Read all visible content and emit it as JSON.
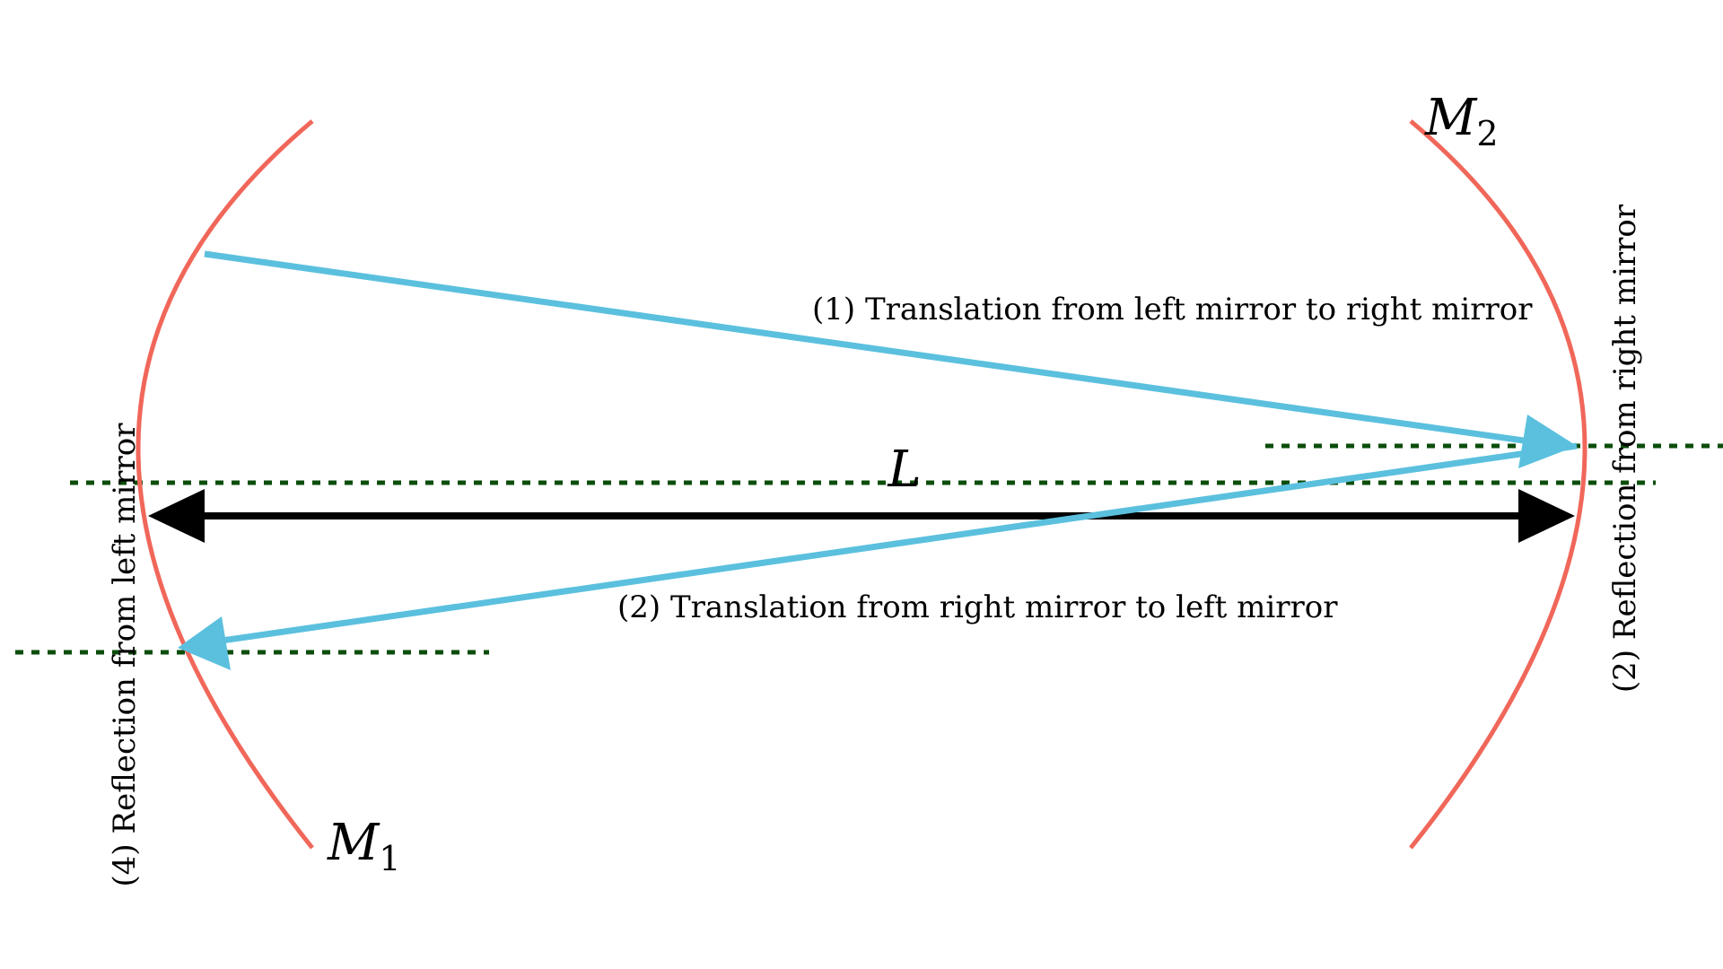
{
  "labels": {
    "length": "L",
    "mirror_left_letter": "M",
    "mirror_left_sub": "1",
    "mirror_right_letter": "M",
    "mirror_right_sub": "2",
    "translation_1": "(1) Translation from left mirror to right mirror",
    "translation_2": "(2) Translation from right mirror to left mirror",
    "reflection_right": "(2) Reflection from right mirror",
    "reflection_left": "(4) Reflection from left mirror"
  },
  "colors": {
    "mirror": "#f0675a",
    "ray": "#5bc0de",
    "axis": "#0b4d0b",
    "length_arrow": "#000000"
  }
}
